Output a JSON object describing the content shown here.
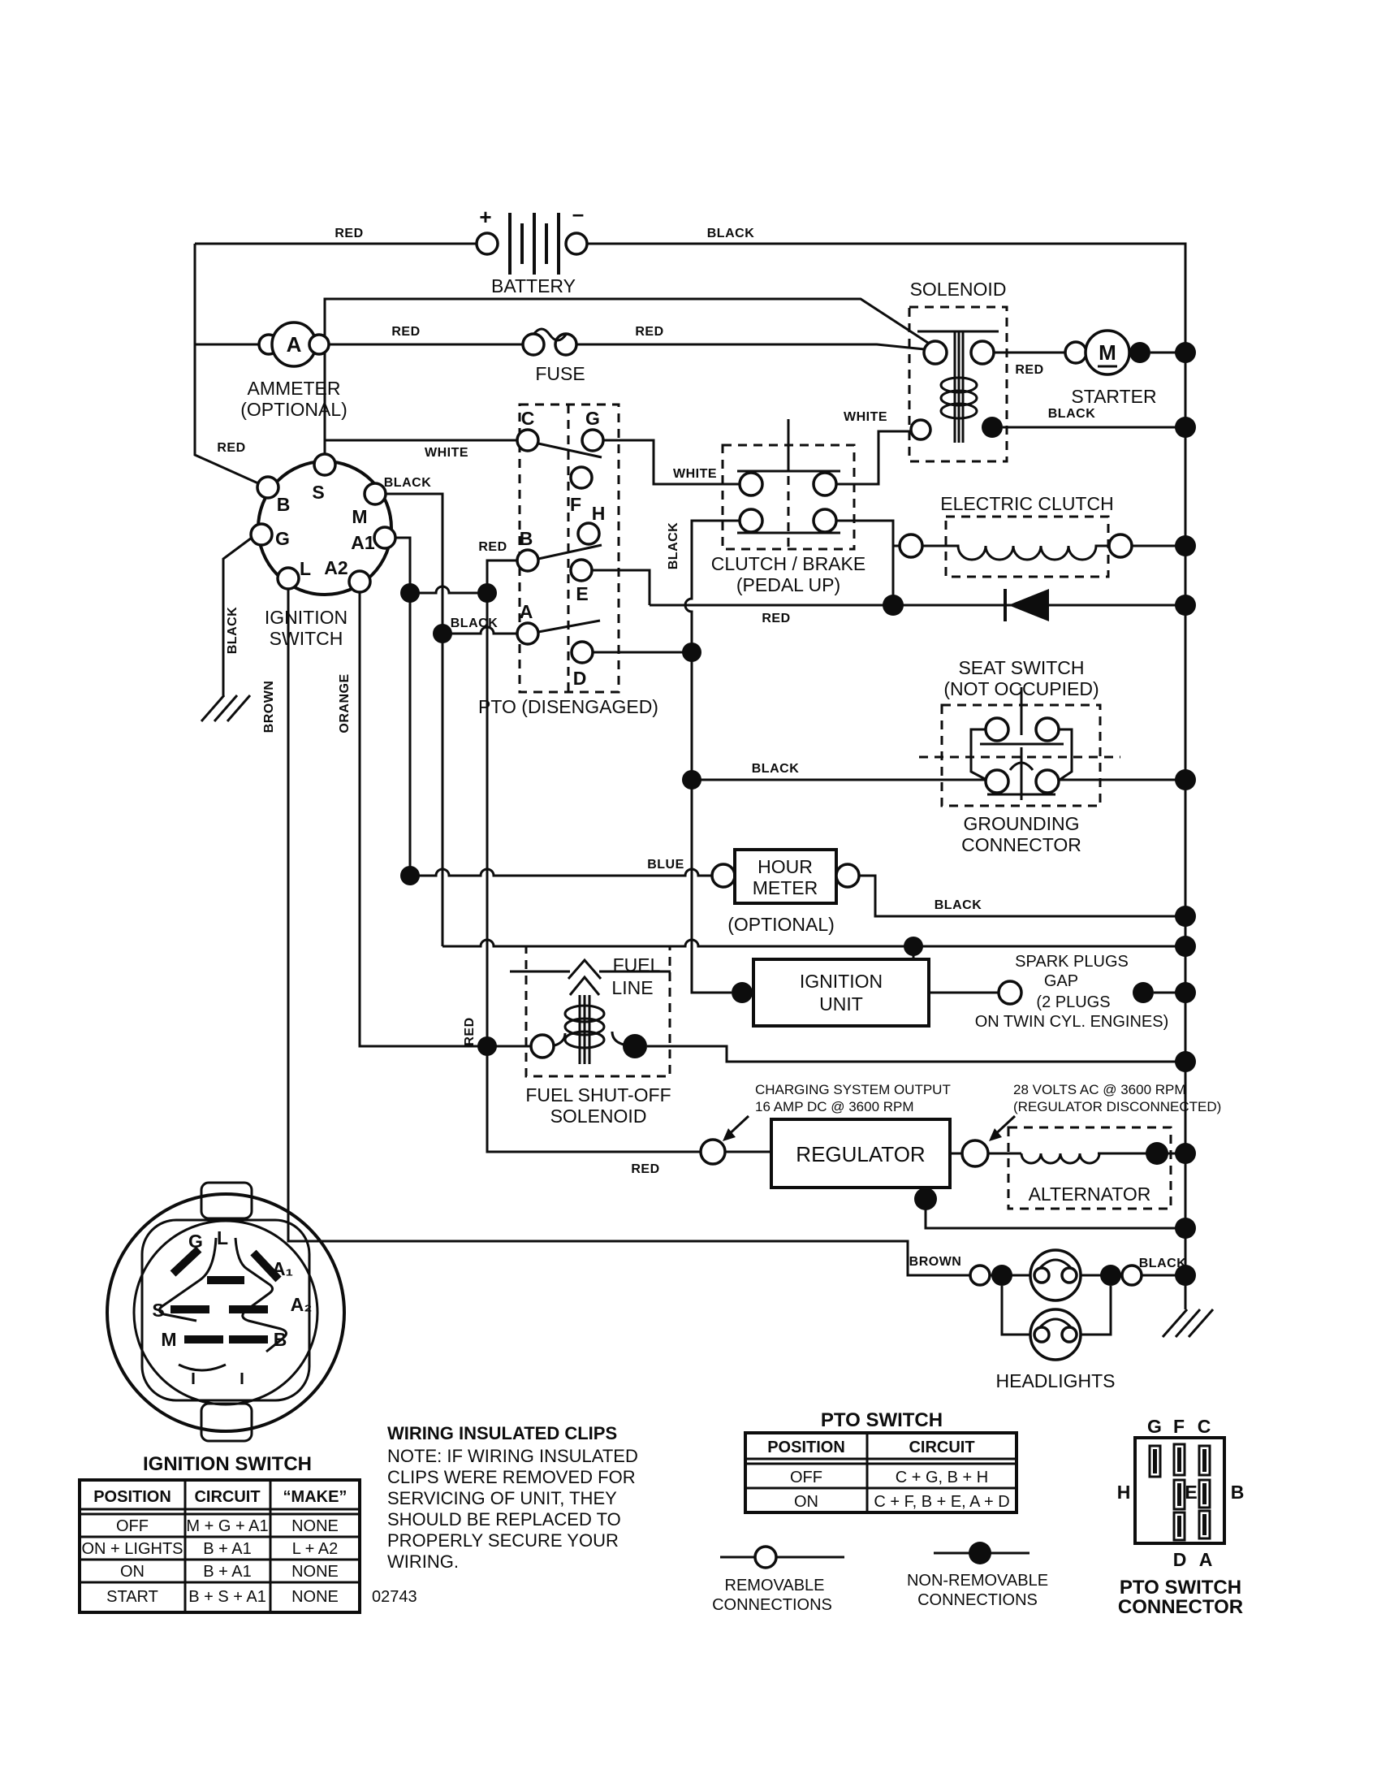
{
  "diagram": {
    "doc_number": "02743",
    "wire_colors": {
      "red": "RED",
      "black": "BLACK",
      "white": "WHITE",
      "brown": "BROWN",
      "orange": "ORANGE",
      "blue": "BLUE"
    },
    "battery": {
      "label": "BATTERY",
      "plus": "+",
      "minus": "–"
    },
    "solenoid": {
      "label": "SOLENOID"
    },
    "starter": {
      "label": "STARTER",
      "motor": "M"
    },
    "ammeter": {
      "label": "AMMETER",
      "sub": "(OPTIONAL)",
      "symbol": "A"
    },
    "fuse": {
      "label": "FUSE"
    },
    "ignition_switch": {
      "line1": "IGNITION",
      "line2": "SWITCH",
      "terminals": {
        "s": "S",
        "b": "B",
        "m": "M",
        "g": "G",
        "a1": "A1",
        "l": "L",
        "a2": "A2"
      }
    },
    "pto": {
      "label": "PTO (DISENGAGED)",
      "terminals": {
        "c": "C",
        "g": "G",
        "f": "F",
        "h": "H",
        "b": "B",
        "e": "E",
        "a": "A",
        "d": "D"
      }
    },
    "clutch_brake": {
      "line1": "CLUTCH / BRAKE",
      "line2": "(PEDAL UP)"
    },
    "electric_clutch": {
      "label": "ELECTRIC CLUTCH"
    },
    "seat_switch": {
      "line1": "SEAT SWITCH",
      "line2": "(NOT OCCUPIED)",
      "ground1": "GROUNDING",
      "ground2": "CONNECTOR"
    },
    "hour_meter": {
      "line1": "HOUR",
      "line2": "METER",
      "sub": "(OPTIONAL)"
    },
    "ignition_unit": {
      "line1": "IGNITION",
      "line2": "UNIT"
    },
    "spark_plugs": {
      "line1": "SPARK PLUGS",
      "line2": "GAP",
      "line3": "(2 PLUGS",
      "line4": "ON TWIN CYL. ENGINES)"
    },
    "fuel": {
      "line1": "FUEL",
      "line2": "LINE",
      "name1": "FUEL SHUT-OFF",
      "name2": "SOLENOID"
    },
    "regulator": {
      "label": "REGULATOR",
      "output1": "CHARGING SYSTEM OUTPUT",
      "output2": "16 AMP DC @ 3600 RPM"
    },
    "alternator": {
      "label": "ALTERNATOR",
      "spec1": "28 VOLTS AC @ 3600 RPM",
      "spec2": "(REGULATOR DISCONNECTED)"
    },
    "headlights": {
      "label": "HEADLIGHTS"
    }
  },
  "ignition_connector": {
    "title": "IGNITION SWITCH",
    "pins": {
      "g": "G",
      "l": "L",
      "a1": "A₁",
      "a2": "A₂",
      "s": "S",
      "m": "M",
      "b": "B"
    }
  },
  "ignition_table": {
    "headers": [
      "POSITION",
      "CIRCUIT",
      "“MAKE”"
    ],
    "rows": [
      [
        "OFF",
        "M + G + A1",
        "NONE"
      ],
      [
        "ON + LIGHTS",
        "B + A1",
        "L + A2"
      ],
      [
        "ON",
        "B + A1",
        "NONE"
      ],
      [
        "START",
        "B + S + A1",
        "NONE"
      ]
    ]
  },
  "pto_table": {
    "title": "PTO SWITCH",
    "headers": [
      "POSITION",
      "CIRCUIT"
    ],
    "rows": [
      [
        "OFF",
        "C + G, B + H"
      ],
      [
        "ON",
        "C + F, B + E, A + D"
      ]
    ]
  },
  "note": {
    "heading": "WIRING INSULATED CLIPS",
    "lines": [
      "NOTE: IF WIRING INSULATED",
      "CLIPS WERE REMOVED FOR",
      "SERVICING OF UNIT, THEY",
      "SHOULD BE REPLACED TO",
      "PROPERLY SECURE YOUR",
      "WIRING."
    ]
  },
  "legend": {
    "removable1": "REMOVABLE",
    "removable2": "CONNECTIONS",
    "non_removable1": "NON-REMOVABLE",
    "non_removable2": "CONNECTIONS"
  },
  "pto_connector": {
    "title1": "PTO SWITCH",
    "title2": "CONNECTOR",
    "pins": {
      "g": "G",
      "f": "F",
      "c": "C",
      "h": "H",
      "b": "B",
      "e": "E",
      "d": "D",
      "a": "A"
    }
  }
}
